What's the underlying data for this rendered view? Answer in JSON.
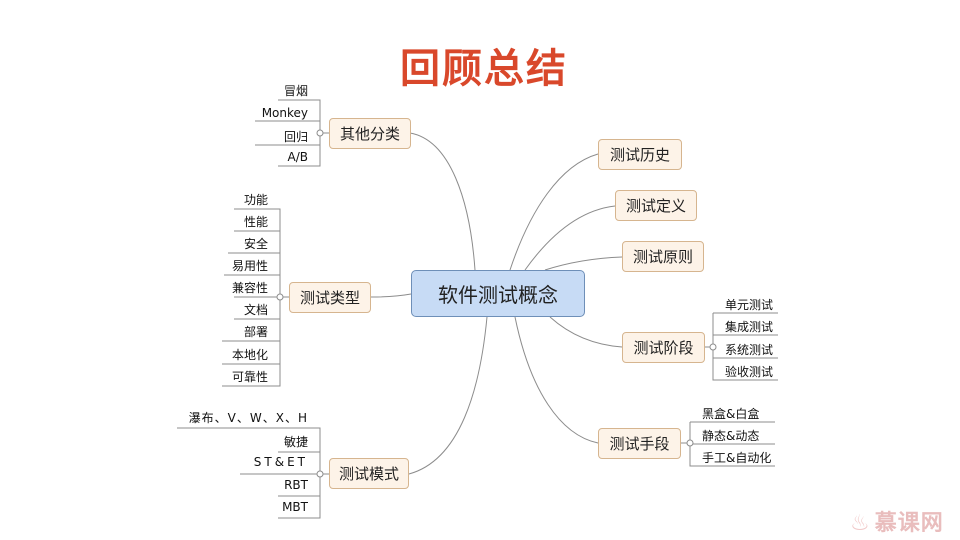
{
  "title": "回顾总结",
  "central": "软件测试概念",
  "left_branches": {
    "other": {
      "label": "其他分类",
      "children": [
        "冒烟",
        "Monkey",
        "回归",
        "A/B"
      ]
    },
    "types": {
      "label": "测试类型",
      "children": [
        "功能",
        "性能",
        "安全",
        "易用性",
        "兼容性",
        "文档",
        "部署",
        "本地化",
        "可靠性"
      ]
    },
    "models": {
      "label": "测试模式",
      "children": [
        "瀑布、V、W、X、H",
        "敏捷",
        "ST&ET",
        "RBT",
        "MBT"
      ]
    }
  },
  "right_branches": {
    "history": {
      "label": "测试历史"
    },
    "definition": {
      "label": "测试定义"
    },
    "principles": {
      "label": "测试原则"
    },
    "stages": {
      "label": "测试阶段",
      "children": [
        "单元测试",
        "集成测试",
        "系统测试",
        "验收测试"
      ]
    },
    "methods": {
      "label": "测试手段",
      "children": [
        "黑盒&白盒",
        "静态&动态",
        "手工&自动化"
      ]
    }
  },
  "watermark": "慕课网",
  "colors": {
    "title": "#d9482b",
    "central_fill": "#c7dbf5",
    "branch_fill": "#fdf3e8",
    "link": "#8c8c8c"
  }
}
